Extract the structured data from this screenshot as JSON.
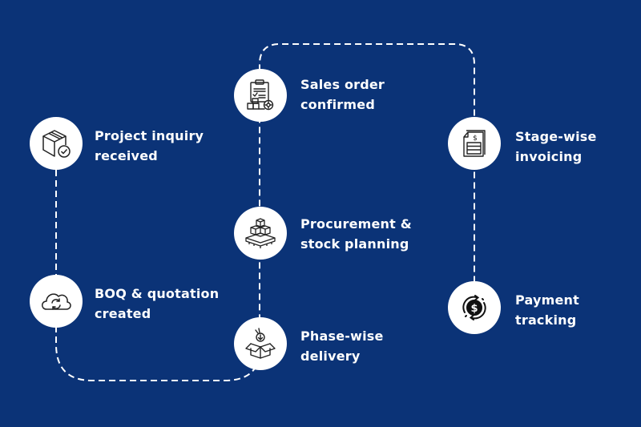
{
  "diagram": {
    "title": "Project order workflow",
    "background_color": "#0b3377",
    "connector_color": "#ffffff",
    "steps": [
      {
        "id": "inquiry",
        "line1": "Project inquiry",
        "line2": "received",
        "icon": "box-check-icon"
      },
      {
        "id": "boq",
        "line1": "BOQ & quotation",
        "line2": "created",
        "icon": "cloud-sync-icon"
      },
      {
        "id": "delivery",
        "line1": "Phase-wise",
        "line2": "delivery",
        "icon": "open-box-icon"
      },
      {
        "id": "procurement",
        "line1": "Procurement &",
        "line2": "stock planning",
        "icon": "pallet-boxes-icon"
      },
      {
        "id": "sales",
        "line1": "Sales order",
        "line2": "confirmed",
        "icon": "clipboard-order-icon"
      },
      {
        "id": "invoicing",
        "line1": "Stage-wise",
        "line2": "invoicing",
        "icon": "invoice-dollar-icon"
      },
      {
        "id": "payment",
        "line1": "Payment",
        "line2": "tracking",
        "icon": "dollar-cycle-icon"
      }
    ]
  }
}
